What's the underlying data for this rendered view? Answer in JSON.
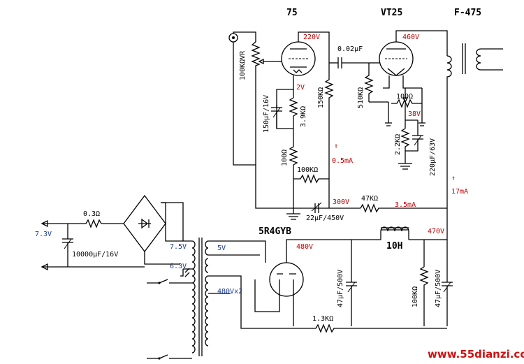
{
  "title": {
    "tube_75": "75",
    "tube_vt25": "VT25",
    "transformer": "F-475",
    "rectifier": "5R4GYB"
  },
  "components": {
    "vr": "100KΩVR",
    "c_coupling": "0.02μF",
    "r_150k": "150KΩ",
    "r_510k": "510KΩ",
    "r_100_hum": "100Ω",
    "c_150u": "150μF/16V",
    "r_3k9": "3.9KΩ",
    "r_100_grid": "100Ω",
    "r_100k_dec": "100KΩ",
    "r_2k2": "2.2KΩ",
    "c_220u": "220μF/63V",
    "c_22u": "22μF/450V",
    "r_47k": "47KΩ",
    "r_0_3": "0.3Ω",
    "c_10000u": "10000μF/16V",
    "choke": "10H",
    "c_47u_a": "47μF/500V",
    "r_100k_bleed": "100KΩ",
    "c_47u_b": "47μF/500V",
    "r_1k3": "1.3KΩ"
  },
  "voltages": {
    "v_220": "220V",
    "v_460": "460V",
    "v_2": "2V",
    "v_38": "38V",
    "v_300": "300V",
    "v_480": "480V",
    "v_470": "470V"
  },
  "currents": {
    "i_0_5": "0.5mA",
    "i_3_5": "3.5mA",
    "i_17": "17mA"
  },
  "windings": {
    "w_7_5": "7.5V",
    "w_6_3": "6.3V",
    "w_5": "5V",
    "w_480": "480Vx2",
    "dc_out": "7.3V"
  },
  "watermark": "www.55dianzi.com",
  "colors": {
    "annotation": "#c00000",
    "winding": "#1a3a9a",
    "wire": "#000000"
  }
}
